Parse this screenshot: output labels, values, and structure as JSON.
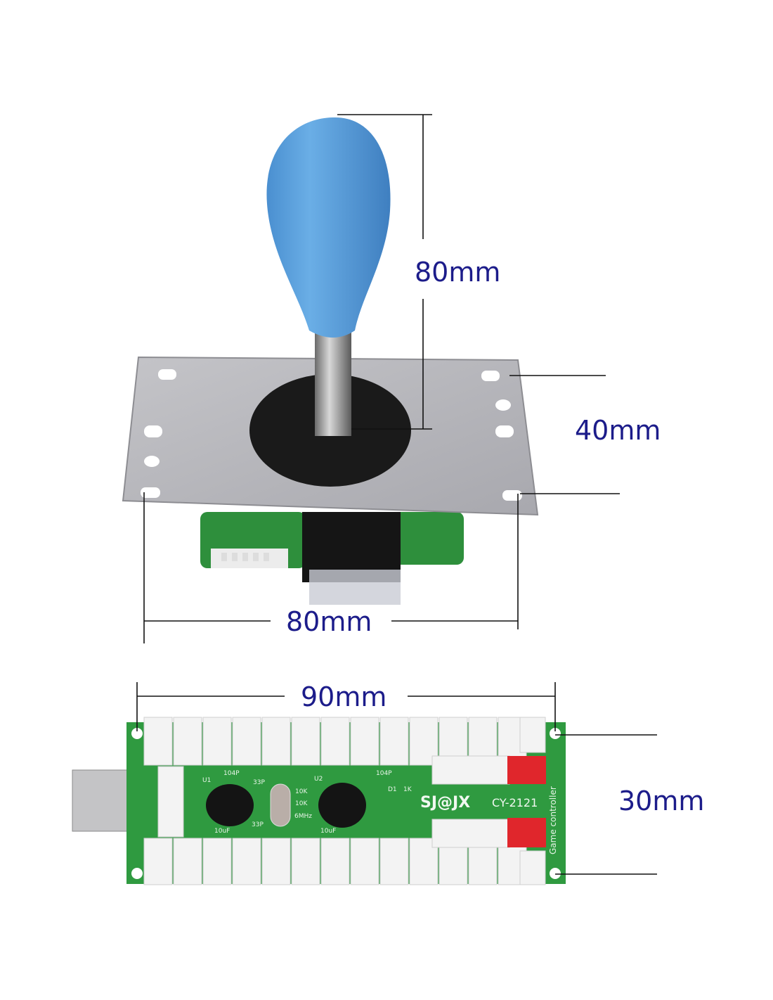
{
  "joystick": {
    "height_label": "80mm",
    "plate_height_label": "40mm",
    "plate_width_label": "80mm",
    "ball_color": "#5a9fdc"
  },
  "encoder_board": {
    "width_label": "90mm",
    "height_label": "30mm",
    "brand": "SJ@JX",
    "model": "CY-2121",
    "side_text": "Game controller",
    "silkscreen": [
      "U1",
      "104P",
      "33P",
      "33P",
      "10uF",
      "10K",
      "10K",
      "U2",
      "6MHz",
      "10uF",
      "104P",
      "D1",
      "1K"
    ],
    "pcb_color": "#2f9a40"
  }
}
